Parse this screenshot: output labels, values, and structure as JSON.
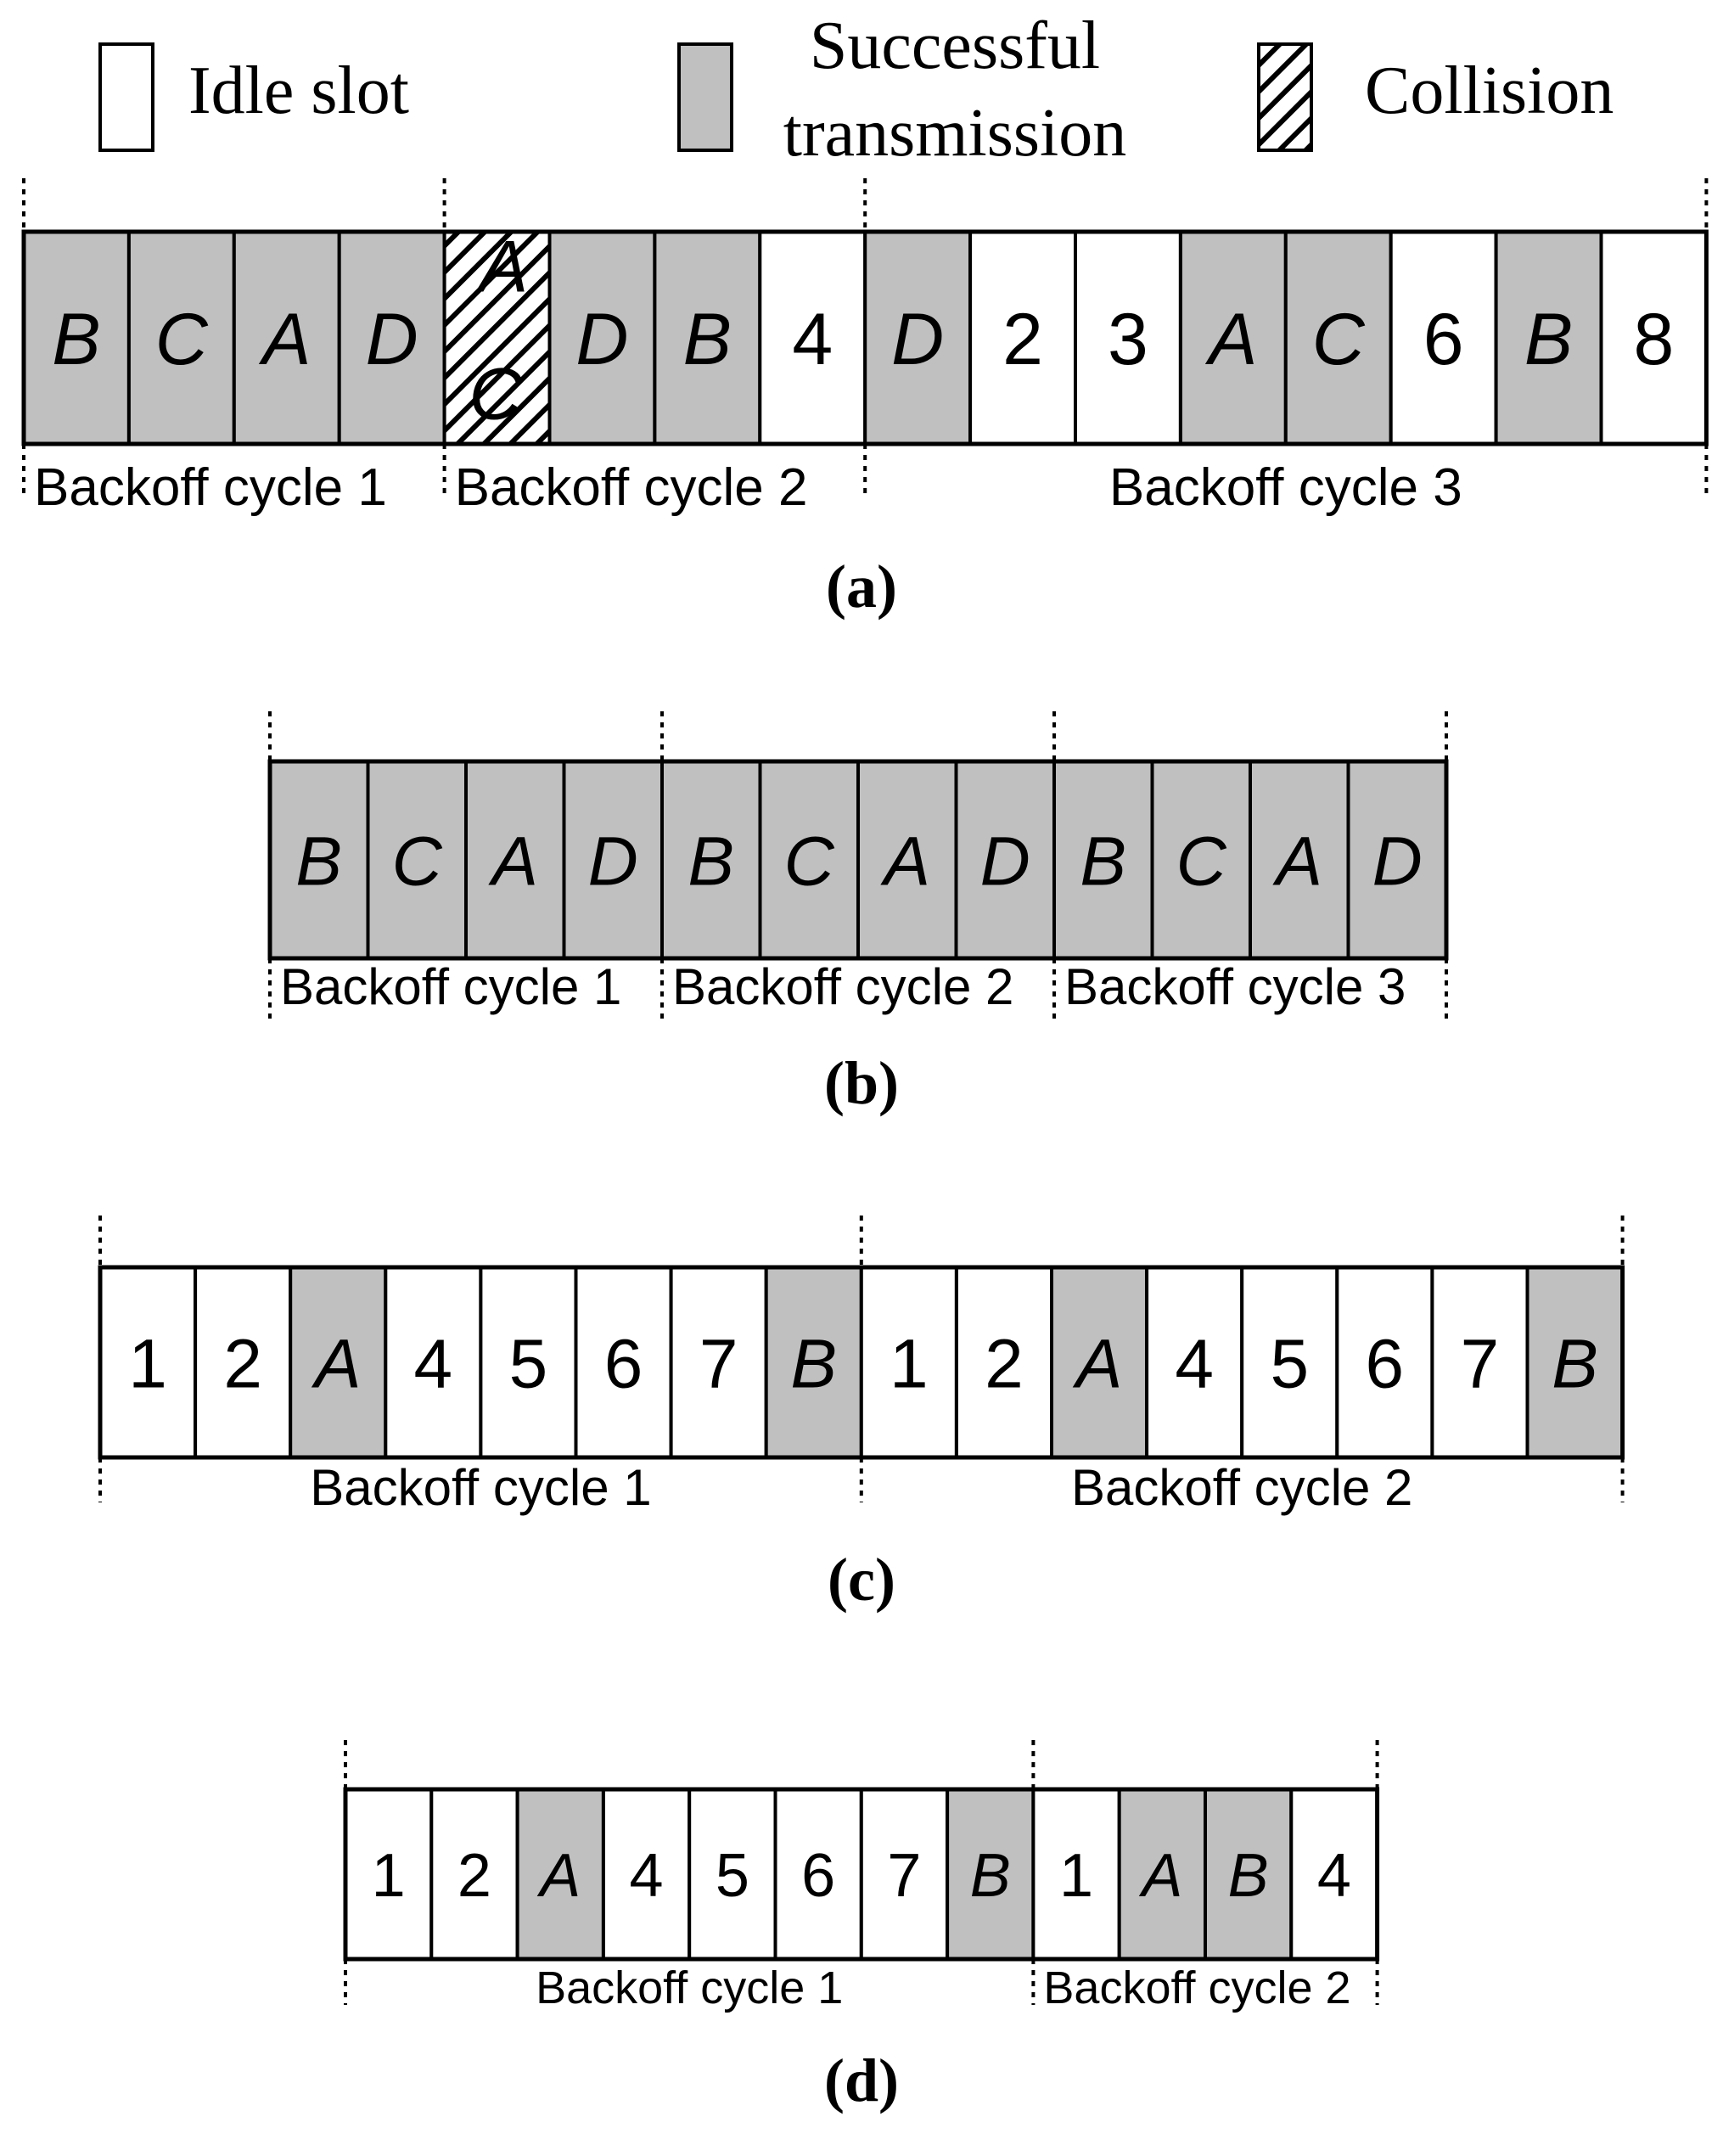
{
  "legend": {
    "items": [
      {
        "kind": "idle",
        "label_lines": [
          "Idle slot"
        ]
      },
      {
        "kind": "success",
        "label_lines": [
          "Successful",
          "transmission"
        ]
      },
      {
        "kind": "collision",
        "label_lines": [
          "Collision"
        ]
      }
    ]
  },
  "colors": {
    "success_fill": "#c0c0c0",
    "idle_fill": "#ffffff",
    "stroke": "#000000"
  },
  "panels": [
    {
      "caption_letter": "a",
      "slots": [
        {
          "type": "success",
          "label": "B"
        },
        {
          "type": "success",
          "label": "C"
        },
        {
          "type": "success",
          "label": "A"
        },
        {
          "type": "success",
          "label": "D"
        },
        {
          "type": "collision",
          "labels": [
            "A",
            "C"
          ]
        },
        {
          "type": "success",
          "label": "D"
        },
        {
          "type": "success",
          "label": "B"
        },
        {
          "type": "idle",
          "label": "4"
        },
        {
          "type": "success",
          "label": "D"
        },
        {
          "type": "idle",
          "label": "2"
        },
        {
          "type": "idle",
          "label": "3"
        },
        {
          "type": "success",
          "label": "A"
        },
        {
          "type": "success",
          "label": "C"
        },
        {
          "type": "idle",
          "label": "6"
        },
        {
          "type": "success",
          "label": "B"
        },
        {
          "type": "idle",
          "label": "8"
        }
      ],
      "cycles": [
        {
          "label": "Backoff cycle 1",
          "slot_count": 4
        },
        {
          "label": "Backoff cycle 2",
          "slot_count": 4
        },
        {
          "label": "Backoff cycle 3",
          "slot_count": 8
        }
      ]
    },
    {
      "caption_letter": "b",
      "slots": [
        {
          "type": "success",
          "label": "B"
        },
        {
          "type": "success",
          "label": "C"
        },
        {
          "type": "success",
          "label": "A"
        },
        {
          "type": "success",
          "label": "D"
        },
        {
          "type": "success",
          "label": "B"
        },
        {
          "type": "success",
          "label": "C"
        },
        {
          "type": "success",
          "label": "A"
        },
        {
          "type": "success",
          "label": "D"
        },
        {
          "type": "success",
          "label": "B"
        },
        {
          "type": "success",
          "label": "C"
        },
        {
          "type": "success",
          "label": "A"
        },
        {
          "type": "success",
          "label": "D"
        }
      ],
      "cycles": [
        {
          "label": "Backoff cycle 1",
          "slot_count": 4
        },
        {
          "label": "Backoff cycle 2",
          "slot_count": 4
        },
        {
          "label": "Backoff cycle 3",
          "slot_count": 4
        }
      ]
    },
    {
      "caption_letter": "c",
      "slots": [
        {
          "type": "idle",
          "label": "1"
        },
        {
          "type": "idle",
          "label": "2"
        },
        {
          "type": "success",
          "label": "A"
        },
        {
          "type": "idle",
          "label": "4"
        },
        {
          "type": "idle",
          "label": "5"
        },
        {
          "type": "idle",
          "label": "6"
        },
        {
          "type": "idle",
          "label": "7"
        },
        {
          "type": "success",
          "label": "B"
        },
        {
          "type": "idle",
          "label": "1"
        },
        {
          "type": "idle",
          "label": "2"
        },
        {
          "type": "success",
          "label": "A"
        },
        {
          "type": "idle",
          "label": "4"
        },
        {
          "type": "idle",
          "label": "5"
        },
        {
          "type": "idle",
          "label": "6"
        },
        {
          "type": "idle",
          "label": "7"
        },
        {
          "type": "success",
          "label": "B"
        }
      ],
      "cycles": [
        {
          "label": "Backoff cycle 1",
          "slot_count": 8
        },
        {
          "label": "Backoff cycle 2",
          "slot_count": 8
        }
      ]
    },
    {
      "caption_letter": "d",
      "slots": [
        {
          "type": "idle",
          "label": "1"
        },
        {
          "type": "idle",
          "label": "2"
        },
        {
          "type": "success",
          "label": "A"
        },
        {
          "type": "idle",
          "label": "4"
        },
        {
          "type": "idle",
          "label": "5"
        },
        {
          "type": "idle",
          "label": "6"
        },
        {
          "type": "idle",
          "label": "7"
        },
        {
          "type": "success",
          "label": "B"
        },
        {
          "type": "idle",
          "label": "1"
        },
        {
          "type": "success",
          "label": "A"
        },
        {
          "type": "success",
          "label": "B"
        },
        {
          "type": "idle",
          "label": "4"
        }
      ],
      "cycles": [
        {
          "label": "Backoff cycle 1",
          "slot_count": 8
        },
        {
          "label": "Backoff cycle 2",
          "slot_count": 4
        }
      ]
    }
  ]
}
